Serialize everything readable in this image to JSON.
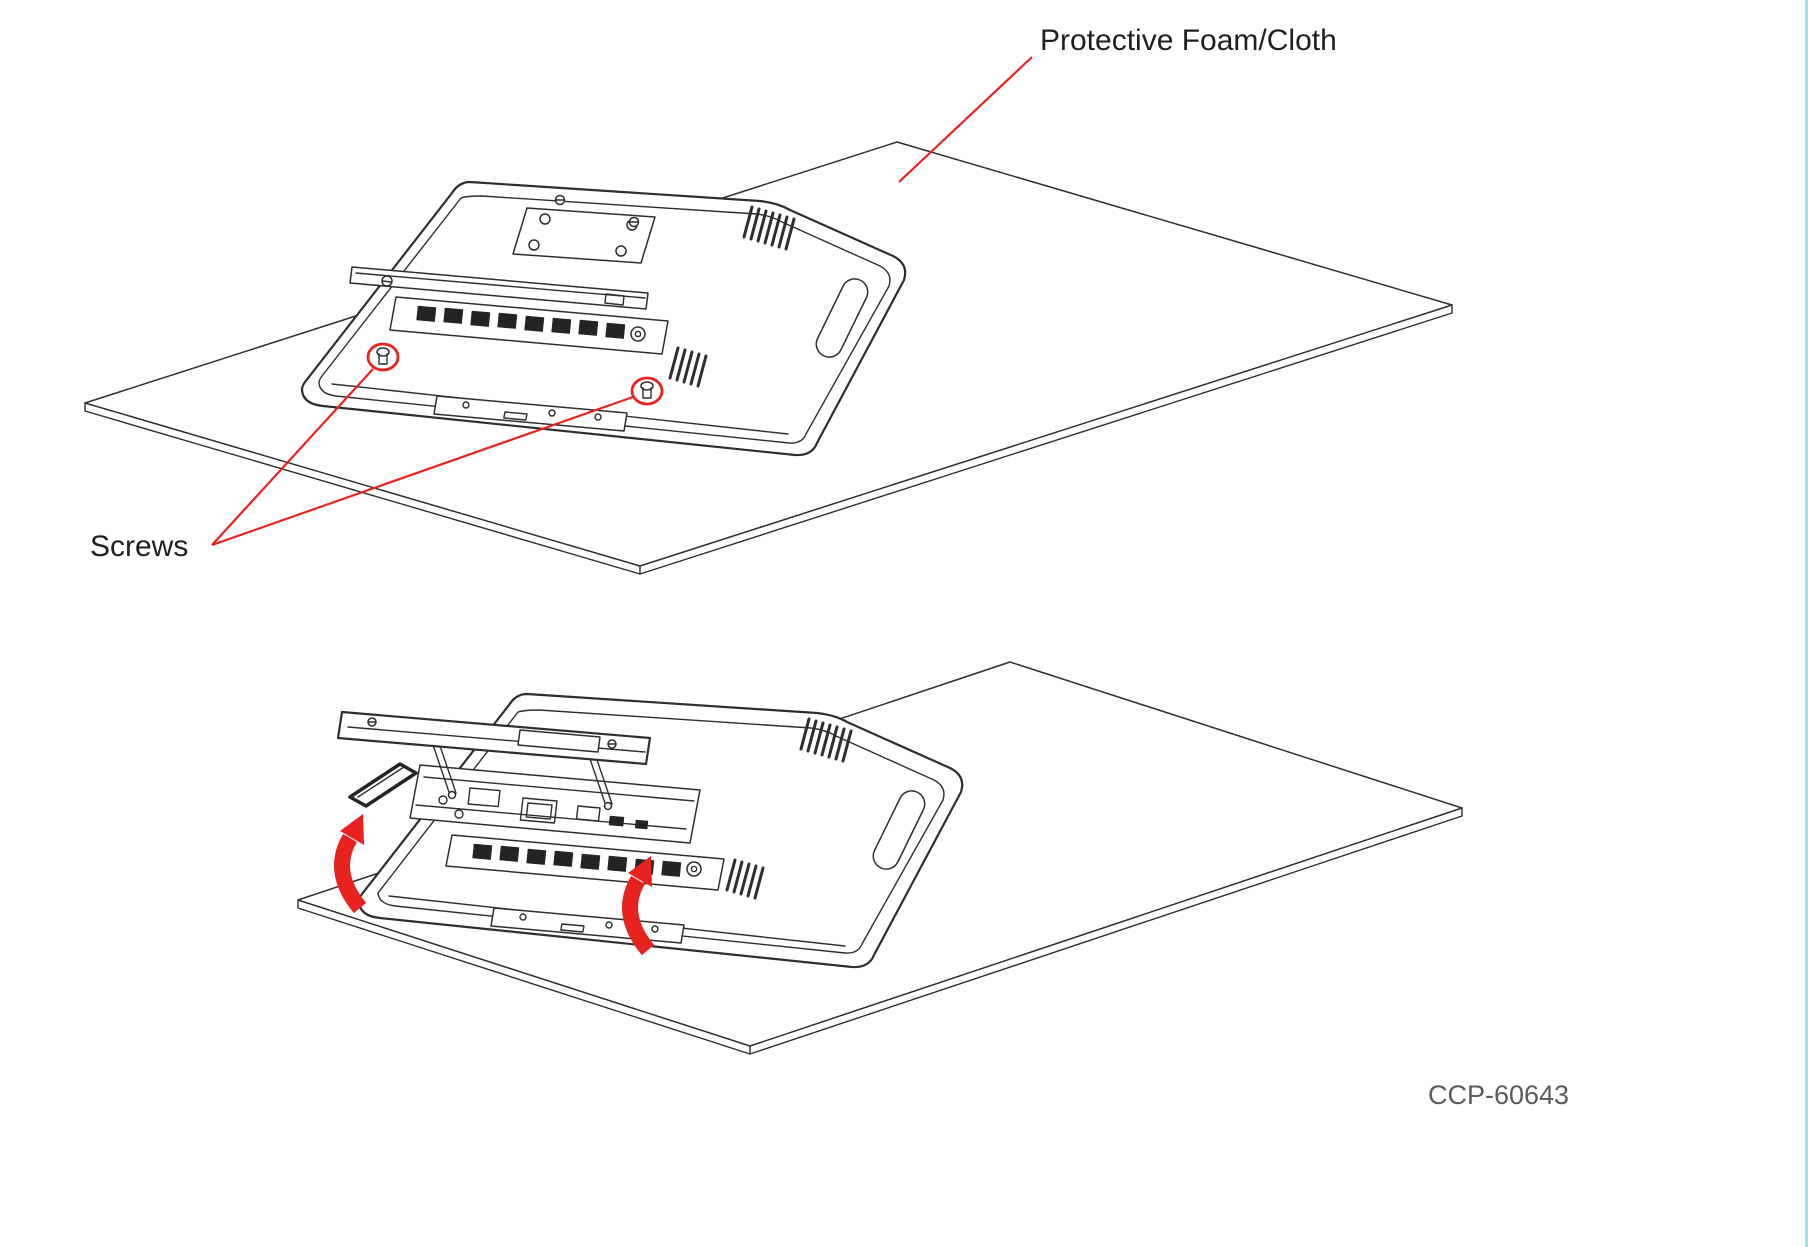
{
  "page": {
    "background_color": "#ffffff",
    "right_edge_strip_color": "#a9d8ee"
  },
  "colors": {
    "line": "#2e2e30",
    "annotation_red": "#e8231f",
    "label_text": "#221e1f",
    "part_code_text": "#5a5b5e"
  },
  "labels": {
    "protective_foam": "Protective Foam/Cloth",
    "screws": "Screws",
    "part_code": "CCP-60643"
  },
  "annotations": {
    "screw_highlight_circles": 2,
    "rotation_arrows": 2,
    "icon_names": [
      "screw-highlight-circle",
      "rotation-arrow",
      "leader-line"
    ]
  }
}
